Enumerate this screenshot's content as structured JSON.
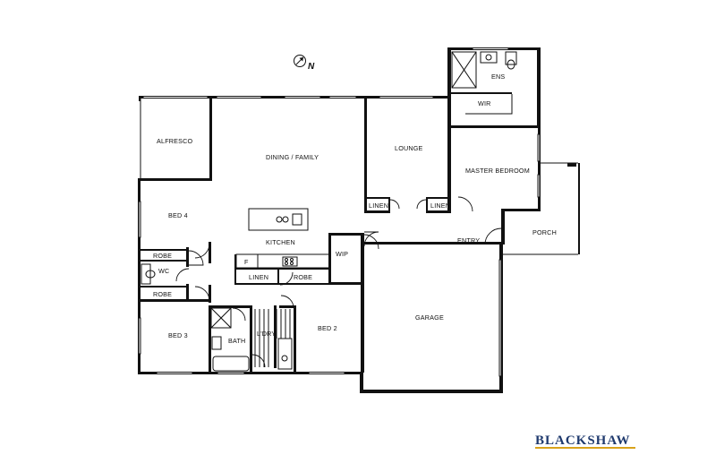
{
  "compass": {
    "label": "N",
    "icon": "north-arrow-icon"
  },
  "rooms": {
    "alfresco": "ALFRESCO",
    "dining_family": "DINING / FAMILY",
    "lounge": "LOUNGE",
    "ens": "ENS",
    "wir": "WIR",
    "master_bedroom": "MASTER BEDROOM",
    "bed4": "BED 4",
    "kitchen": "KITCHEN",
    "robe_top": "ROBE",
    "wc": "WC",
    "robe_bottom": "ROBE",
    "bed3": "BED 3",
    "bath": "BATH",
    "ldry": "L'DRY",
    "bed2": "BED 2",
    "garage": "GARAGE",
    "wip": "WIP",
    "entry": "ENTRY",
    "porch": "PORCH",
    "linen_lounge_left": "LINEN",
    "linen_lounge_right": "LINEN",
    "linen_hall": "LINEN",
    "robe_hall": "ROBE",
    "fridge": "F"
  },
  "brand": {
    "name": "BLACKSHAW",
    "color": "#1f3a6e",
    "underline_color": "#d9a21b"
  }
}
